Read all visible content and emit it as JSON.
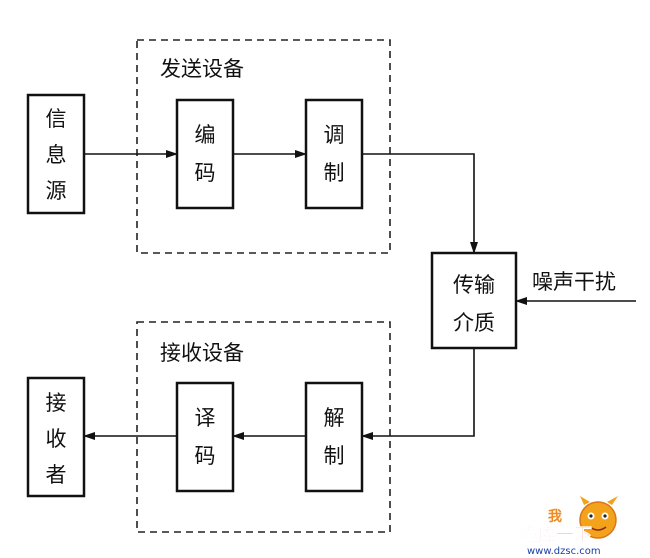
{
  "diagram": {
    "send_group": "发送设备",
    "receive_group": "接收设备",
    "source": [
      "信",
      "息",
      "源"
    ],
    "encode": [
      "编",
      "码"
    ],
    "modulate": [
      "调",
      "制"
    ],
    "medium": [
      "传输",
      "介质"
    ],
    "noise": "噪声干扰",
    "receiver": [
      "接",
      "收",
      "者"
    ],
    "decode": [
      "译",
      "码"
    ],
    "demodulate": [
      "解",
      "制"
    ]
  },
  "watermark": {
    "text": "维库一下",
    "url": "www.dzsc.com",
    "colors": {
      "text": "#e8221b",
      "url": "#1a3fa8",
      "mascot": "#f3a21c"
    }
  }
}
